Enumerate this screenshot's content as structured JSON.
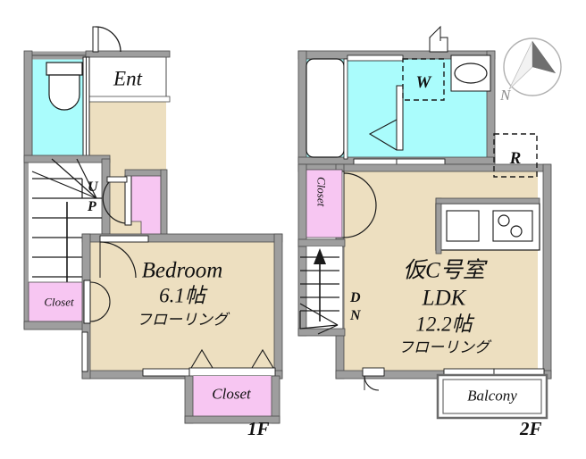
{
  "document": {
    "type": "real-estate-floor-plan",
    "floors": [
      "1F",
      "2F"
    ]
  },
  "colors": {
    "wall": "#9e9e9e",
    "wall_line": "#4a4a4a",
    "floor_beige": "#EDDFC0",
    "wet_cyan": "#AAFCFC",
    "closet_pink": "#F7C6F2",
    "white": "#ffffff",
    "ink": "#111111",
    "compass_gray": "#8c8c8c",
    "compass_dark": "#6f6f6f"
  },
  "floor1": {
    "tag": "1F",
    "entrance": {
      "label": "Ent"
    },
    "stairs": {
      "direction_label_line1": "U",
      "direction_label_line2": "P",
      "arrow": "down"
    },
    "bedroom": {
      "name": "Bedroom",
      "size": "6.1帖",
      "finish": "フローリング"
    },
    "closets": [
      {
        "label": "Closet",
        "position": "west-lower",
        "orientation": "horizontal"
      },
      {
        "label": "Closet",
        "position": "south",
        "orientation": "horizontal"
      }
    ],
    "toilet": {
      "fixture": "toilet"
    },
    "hall_closet": {
      "label": ""
    }
  },
  "floor2": {
    "tag": "2F",
    "unit": {
      "name": "仮C号室",
      "type": "LDK",
      "size": "12.2帖",
      "finish": "フローリング"
    },
    "markers": [
      {
        "id": "W",
        "label": "W",
        "meaning": "washing-machine"
      },
      {
        "id": "R",
        "label": "R",
        "meaning": "refrigerator"
      }
    ],
    "closet": {
      "label": "Closet",
      "orientation": "vertical"
    },
    "stairs": {
      "direction_label_line1": "D",
      "direction_label_line2": "N",
      "arrow": "up"
    },
    "balcony": {
      "label": "Balcony"
    },
    "bath": {
      "fixture": "bathtub"
    },
    "washbasin": {
      "fixture": "oval-sink"
    },
    "kitchen": {
      "sink": "square-sink",
      "stove": "two-burner"
    }
  },
  "compass": {
    "label": "N",
    "points_to": "north-northeast"
  }
}
